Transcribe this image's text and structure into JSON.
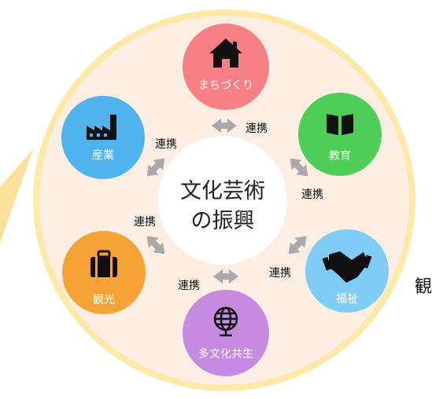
{
  "center": {
    "line1": "文化芸術",
    "line2": "の振興"
  },
  "edge_text": "観",
  "colors": {
    "ring_outer": "#fde9a8",
    "ring_inner": "#fdeee3",
    "left_wedge": "#fde19a",
    "arrow": "#a9a9a9"
  },
  "nodes": [
    {
      "label": "まちづくり",
      "icon": "house-icon",
      "color": "#f77f86"
    },
    {
      "label": "教育",
      "icon": "book-icon",
      "color": "#4fcd59"
    },
    {
      "label": "福祉",
      "icon": "handshake-icon",
      "color": "#7fccf7"
    },
    {
      "label": "多文化共生",
      "icon": "globe-icon",
      "color": "#c58be0"
    },
    {
      "label": "観光",
      "icon": "suitcase-icon",
      "color": "#f7a234"
    },
    {
      "label": "産業",
      "icon": "factory-icon",
      "color": "#4fb3ee"
    }
  ],
  "links": [
    {
      "label": "連携"
    },
    {
      "label": "連携"
    },
    {
      "label": "連携"
    },
    {
      "label": "連携"
    },
    {
      "label": "連携"
    },
    {
      "label": "連携"
    }
  ]
}
